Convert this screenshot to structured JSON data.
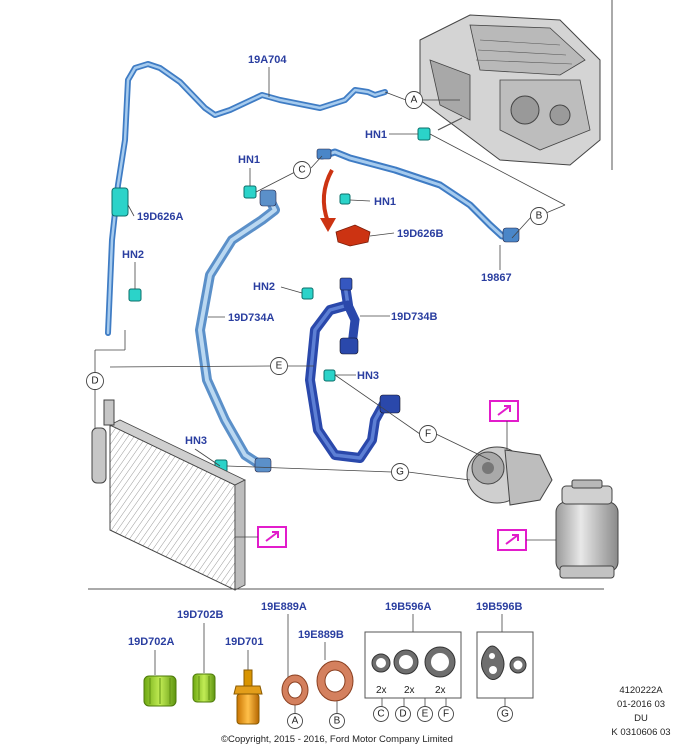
{
  "parts": {
    "hose_19A704": "19A704",
    "hn1_a": "HN1",
    "hn1_b": "HN1",
    "hn1_c": "HN1",
    "p_19D626A": "19D626A",
    "p_19D626B": "19D626B",
    "p_19867": "19867",
    "hn2_a": "HN2",
    "hn2_b": "HN2",
    "p_19D734A": "19D734A",
    "p_19D734B": "19D734B",
    "hn3_a": "HN3",
    "hn3_b": "HN3"
  },
  "callouts": [
    "A",
    "B",
    "C",
    "D",
    "E",
    "F",
    "G"
  ],
  "kit": {
    "p_19D702A": "19D702A",
    "p_19D702B": "19D702B",
    "p_19D701": "19D701",
    "p_19E889A": "19E889A",
    "p_19E889B": "19E889B",
    "p_19B596A": "19B596A",
    "p_19B596B": "19B596B",
    "qty": "2x",
    "seal_callouts_a": [
      "C",
      "D",
      "E",
      "F"
    ],
    "seal_callouts_b": [
      "G"
    ],
    "gasket_callouts": [
      "A",
      "B"
    ]
  },
  "footer": {
    "copyright": "©Copyright, 2015 - 2016, Ford Motor Company Limited",
    "ref1": "4120222A",
    "ref2": "01-2016 03",
    "ref3": "DU",
    "ref4": "K 0310606 03"
  },
  "colors": {
    "label": "#2a3ea0",
    "hose_light": "#7fb2dc",
    "hose_dark": "#2d4fb0",
    "clip": "#2bd3c9",
    "highlight": "#cc3312",
    "link_icon": "#e21ccb"
  }
}
